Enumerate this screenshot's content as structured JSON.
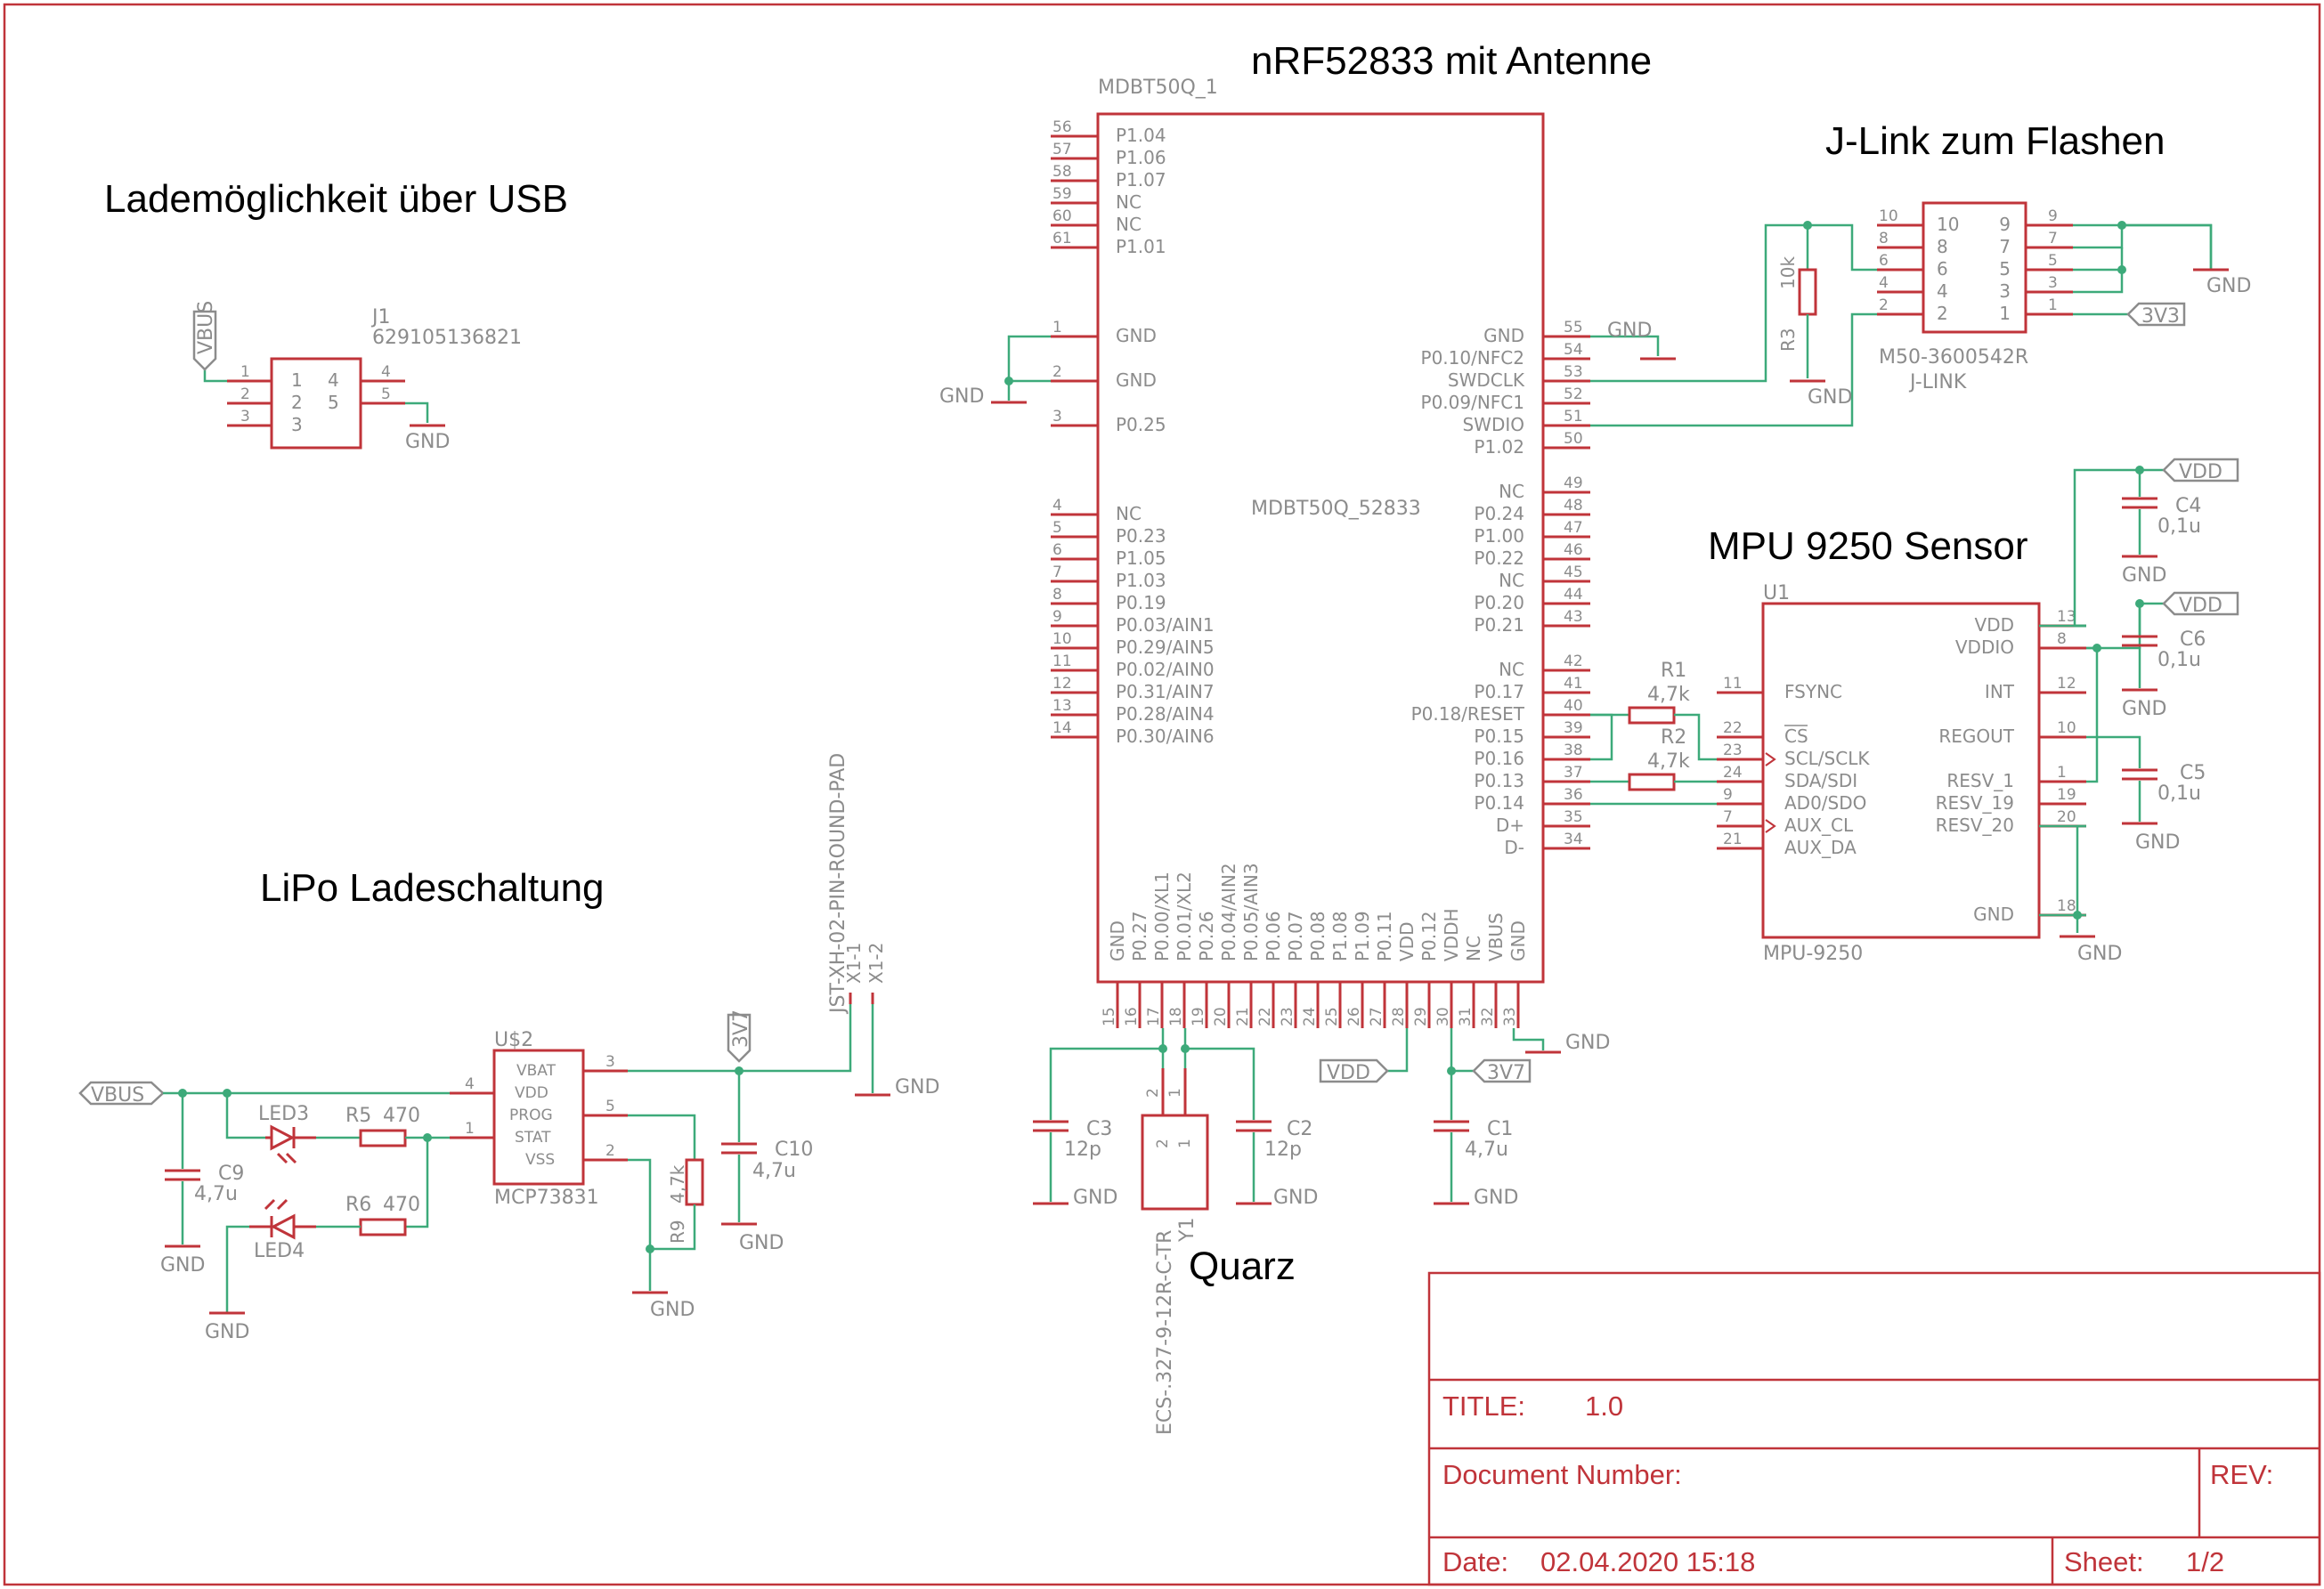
{
  "headings": {
    "nrf": "nRF52833 mit Antenne",
    "jlink": "J-Link zum Flashen",
    "usb": "Lademöglichkeit über USB",
    "mpu": "MPU 9250 Sensor",
    "lipo": "LiPo Ladeschaltung",
    "quarz": "Quarz"
  },
  "module": {
    "name": "MDBT50Q_1",
    "value": "MDBT50Q_52833",
    "left_pins": [
      {
        "num": "56",
        "name": "P1.04"
      },
      {
        "num": "57",
        "name": "P1.06"
      },
      {
        "num": "58",
        "name": "P1.07"
      },
      {
        "num": "59",
        "name": "NC"
      },
      {
        "num": "60",
        "name": "NC"
      },
      {
        "num": "61",
        "name": "P1.01"
      },
      {
        "num": "1",
        "name": "GND"
      },
      {
        "num": "2",
        "name": "GND"
      },
      {
        "num": "3",
        "name": "P0.25"
      },
      {
        "num": "4",
        "name": "NC"
      },
      {
        "num": "5",
        "name": "P0.23"
      },
      {
        "num": "6",
        "name": "P1.05"
      },
      {
        "num": "7",
        "name": "P1.03"
      },
      {
        "num": "8",
        "name": "P0.19"
      },
      {
        "num": "9",
        "name": "P0.03/AIN1"
      },
      {
        "num": "10",
        "name": "P0.29/AIN5"
      },
      {
        "num": "11",
        "name": "P0.02/AIN0"
      },
      {
        "num": "12",
        "name": "P0.31/AIN7"
      },
      {
        "num": "13",
        "name": "P0.28/AIN4"
      },
      {
        "num": "14",
        "name": "P0.30/AIN6"
      }
    ],
    "right_pins": [
      {
        "num": "55",
        "name": "GND"
      },
      {
        "num": "54",
        "name": "P0.10/NFC2"
      },
      {
        "num": "53",
        "name": "SWDCLK"
      },
      {
        "num": "52",
        "name": "P0.09/NFC1"
      },
      {
        "num": "51",
        "name": "SWDIO"
      },
      {
        "num": "50",
        "name": "P1.02"
      },
      {
        "num": "49",
        "name": "NC"
      },
      {
        "num": "48",
        "name": "P0.24"
      },
      {
        "num": "47",
        "name": "P1.00"
      },
      {
        "num": "46",
        "name": "P0.22"
      },
      {
        "num": "45",
        "name": "NC"
      },
      {
        "num": "44",
        "name": "P0.20"
      },
      {
        "num": "43",
        "name": "P0.21"
      },
      {
        "num": "42",
        "name": "NC"
      },
      {
        "num": "41",
        "name": "P0.17"
      },
      {
        "num": "40",
        "name": "P0.18/RESET"
      },
      {
        "num": "39",
        "name": "P0.15"
      },
      {
        "num": "38",
        "name": "P0.16"
      },
      {
        "num": "37",
        "name": "P0.13"
      },
      {
        "num": "36",
        "name": "P0.14"
      },
      {
        "num": "35",
        "name": "D+"
      },
      {
        "num": "34",
        "name": "D-"
      }
    ],
    "bottom_pins": [
      {
        "num": "15",
        "name": "GND"
      },
      {
        "num": "16",
        "name": "P0.27"
      },
      {
        "num": "17",
        "name": "P0.00/XL1"
      },
      {
        "num": "18",
        "name": "P0.01/XL2"
      },
      {
        "num": "19",
        "name": "P0.26"
      },
      {
        "num": "20",
        "name": "P0.04/AIN2"
      },
      {
        "num": "21",
        "name": "P0.05/AIN3"
      },
      {
        "num": "22",
        "name": "P0.06"
      },
      {
        "num": "23",
        "name": "P0.07"
      },
      {
        "num": "24",
        "name": "P0.08"
      },
      {
        "num": "25",
        "name": "P1.08"
      },
      {
        "num": "26",
        "name": "P1.09"
      },
      {
        "num": "27",
        "name": "P0.11"
      },
      {
        "num": "28",
        "name": "VDD"
      },
      {
        "num": "29",
        "name": "P0.12"
      },
      {
        "num": "30",
        "name": "VDDH"
      },
      {
        "num": "31",
        "name": "NC"
      },
      {
        "num": "32",
        "name": "VBUS"
      },
      {
        "num": "33",
        "name": "GND"
      }
    ]
  },
  "jlink": {
    "name": "M50-3600542R",
    "value": "J-LINK",
    "left_pins": [
      {
        "num": "10",
        "name": "10"
      },
      {
        "num": "8",
        "name": "8"
      },
      {
        "num": "6",
        "name": "6"
      },
      {
        "num": "4",
        "name": "4"
      },
      {
        "num": "2",
        "name": "2"
      }
    ],
    "right_pins": [
      {
        "num": "9",
        "name": "9"
      },
      {
        "num": "7",
        "name": "7"
      },
      {
        "num": "5",
        "name": "5"
      },
      {
        "num": "3",
        "name": "3"
      },
      {
        "num": "1",
        "name": "1"
      }
    ]
  },
  "mpu": {
    "name": "U1",
    "value": "MPU-9250",
    "left_pins": [
      {
        "num": "11",
        "name": "FSYNC"
      },
      {
        "num": "22",
        "name": "CS"
      },
      {
        "num": "23",
        "name": "SCL/SCLK"
      },
      {
        "num": "24",
        "name": "SDA/SDI"
      },
      {
        "num": "9",
        "name": "AD0/SDO"
      },
      {
        "num": "7",
        "name": "AUX_CL"
      },
      {
        "num": "21",
        "name": "AUX_DA"
      }
    ],
    "right_pins": [
      {
        "num": "13",
        "name": "VDD"
      },
      {
        "num": "8",
        "name": "VDDIO"
      },
      {
        "num": "12",
        "name": "INT"
      },
      {
        "num": "10",
        "name": "REGOUT"
      },
      {
        "num": "1",
        "name": "RESV_1"
      },
      {
        "num": "19",
        "name": "RESV_19"
      },
      {
        "num": "20",
        "name": "RESV_20"
      },
      {
        "num": "18",
        "name": "GND"
      }
    ]
  },
  "usb": {
    "name": "J1",
    "value": "629105136821",
    "pins_left": [
      "1",
      "2",
      "3"
    ],
    "pins_right": [
      "4",
      "5"
    ],
    "inner_left": [
      "1",
      "2",
      "3"
    ],
    "inner_right": [
      "4",
      "5"
    ]
  },
  "charger": {
    "name": "U$2",
    "value": "MCP73831",
    "left_pins": [
      {
        "num": "4",
        "name": "VBAT"
      },
      {
        "num": "1",
        "name": "VDD"
      }
    ],
    "inner": [
      "VBAT",
      "VDD",
      "PROG",
      "STAT",
      "VSS"
    ],
    "pins": [
      "3",
      "4",
      "5",
      "1",
      "2"
    ]
  },
  "connector": {
    "value": "JST-XH-02-PIN-ROUND-PAD",
    "pin1": "X1-1",
    "pin2": "X1-2"
  },
  "crystal": {
    "name": "Y1",
    "value": "ECS-.327-9-12R-C-TR",
    "pins": [
      "2",
      "1"
    ],
    "inner": [
      "2",
      "1"
    ]
  },
  "passives": {
    "R1": {
      "name": "R1",
      "value": "4,7k"
    },
    "R2": {
      "name": "R2",
      "value": "4,7k"
    },
    "R3": {
      "name": "R3",
      "value": "10k"
    },
    "R5": {
      "name": "R5",
      "value": "470"
    },
    "R6": {
      "name": "R6",
      "value": "470"
    },
    "R9": {
      "name": "R9",
      "value": "4,7k"
    },
    "C1": {
      "name": "C1",
      "value": "4,7u"
    },
    "C2": {
      "name": "C2",
      "value": "12p"
    },
    "C3": {
      "name": "C3",
      "value": "12p"
    },
    "C4": {
      "name": "C4",
      "value": "0,1u"
    },
    "C5": {
      "name": "C5",
      "value": "0,1u"
    },
    "C6": {
      "name": "C6",
      "value": "0,1u"
    },
    "C9": {
      "name": "C9",
      "value": "4,7u"
    },
    "C10": {
      "name": "C10",
      "value": "4,7u"
    },
    "LED3": {
      "name": "LED3"
    },
    "LED4": {
      "name": "LED4"
    }
  },
  "nets": {
    "gnd": "GND",
    "vdd": "VDD",
    "v33": "3V3",
    "v37": "3V7",
    "vbus": "VBUS"
  },
  "frame": {
    "title_label": "TITLE:",
    "title_value": "1.0",
    "docnum_label": "Document Number:",
    "rev_label": "REV:",
    "date_label": "Date:",
    "date_value": "02.04.2020 15:18",
    "sheet_label": "Sheet:",
    "sheet_value": "1/2"
  },
  "colors": {
    "symbol": "#c0343a",
    "wire": "#3daa7a",
    "label": "#8c8c8c",
    "heading": "#000000"
  }
}
